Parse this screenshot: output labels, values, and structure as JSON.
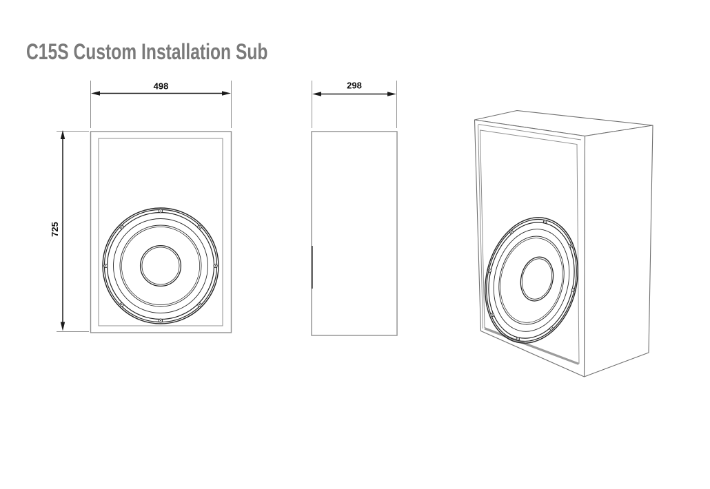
{
  "title": "C15S Custom Installation Sub",
  "views": {
    "front": {
      "name": "front orthographic view",
      "width_label": "498",
      "height_label": "725"
    },
    "side": {
      "name": "side orthographic view",
      "depth_label": "298"
    },
    "perspective": {
      "name": "3d perspective view"
    }
  },
  "colors": {
    "background": "#ffffff",
    "title_gray": "#7a7a7a",
    "cabinet_outline_gray": "#8f8f8f",
    "driver_dark": "#262626",
    "dimension_black": "#1a1a1a",
    "perspective_edge_gray": "#6e6e6e"
  }
}
